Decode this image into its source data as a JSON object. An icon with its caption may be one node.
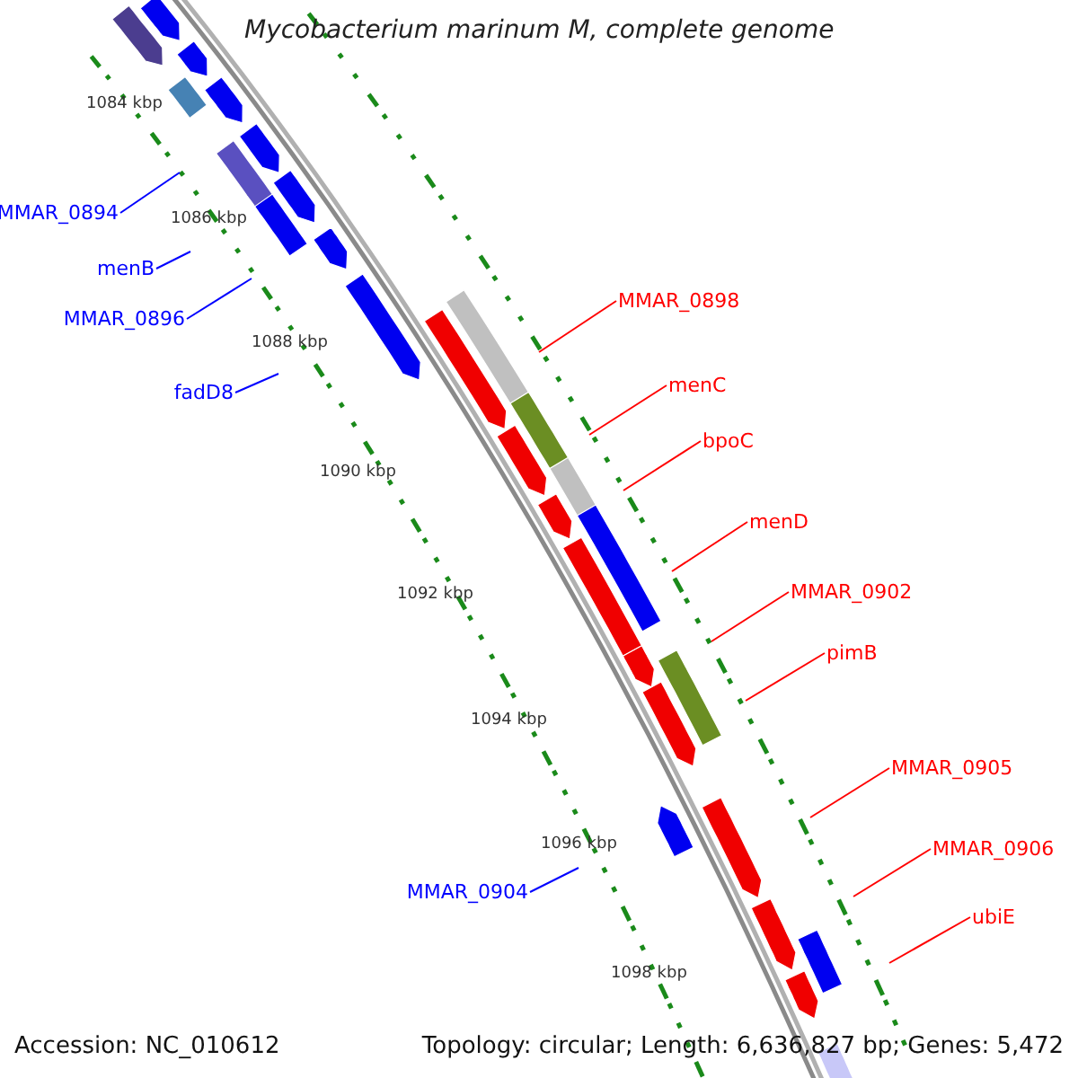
{
  "diagram": {
    "title": "Mycobacterium marinum M, complete genome",
    "nodes": [
      {
        "text": [
          "MMAR_0894"
        ]
      },
      {
        "text": [
          "menB"
        ]
      },
      {
        "text": [
          "MMAR_0896"
        ]
      },
      {
        "text": [
          "fadD8"
        ]
      },
      {
        "text": [
          "MMAR_0898"
        ]
      },
      {
        "text": [
          "menC"
        ]
      },
      {
        "text": [
          "bpoC"
        ]
      },
      {
        "text": [
          "menD"
        ]
      },
      {
        "text": [
          "MMAR_0902"
        ]
      },
      {
        "text": [
          "pimB"
        ]
      },
      {
        "text": [
          "MMAR_0905"
        ]
      },
      {
        "text": [
          "MMAR_0906"
        ]
      },
      {
        "text": [
          "ubiE"
        ]
      },
      {
        "text": [
          "MMAR_0904"
        ]
      }
    ],
    "edges": [
      {
        "from": 0,
        "to": null,
        "arrow": "none",
        "color": "#0000ff"
      },
      {
        "from": 1,
        "to": null,
        "arrow": "none",
        "color": "#0000ff"
      },
      {
        "from": 2,
        "to": null,
        "arrow": "none",
        "color": "#0000ff"
      },
      {
        "from": 3,
        "to": null,
        "arrow": "none",
        "color": "#0000ff"
      },
      {
        "from": 4,
        "to": null,
        "arrow": "none"
      },
      {
        "from": 5,
        "to": null,
        "arrow": "none"
      },
      {
        "from": 6,
        "to": null,
        "arrow": "none"
      },
      {
        "from": 7,
        "to": null,
        "arrow": "none"
      },
      {
        "from": 8,
        "to": null,
        "arrow": "none"
      },
      {
        "from": 9,
        "to": null,
        "arrow": "none"
      },
      {
        "from": 10,
        "to": null,
        "arrow": "none"
      },
      {
        "from": 11,
        "to": null,
        "arrow": "none"
      },
      {
        "from": 12,
        "to": null,
        "arrow": "none"
      },
      {
        "from": 13,
        "to": null,
        "arrow": "none",
        "color": "#0000ff"
      }
    ],
    "labels": [
      "1084 kbp",
      "1086 kbp",
      "1088 kbp",
      "1090 kbp",
      "1092 kbp",
      "1094 kbp",
      "1096 kbp",
      "1098 kbp",
      "Accession: NC_010612",
      "Topology: circular; Length: 6,636,827 bp; Genes: 5,472"
    ]
  }
}
